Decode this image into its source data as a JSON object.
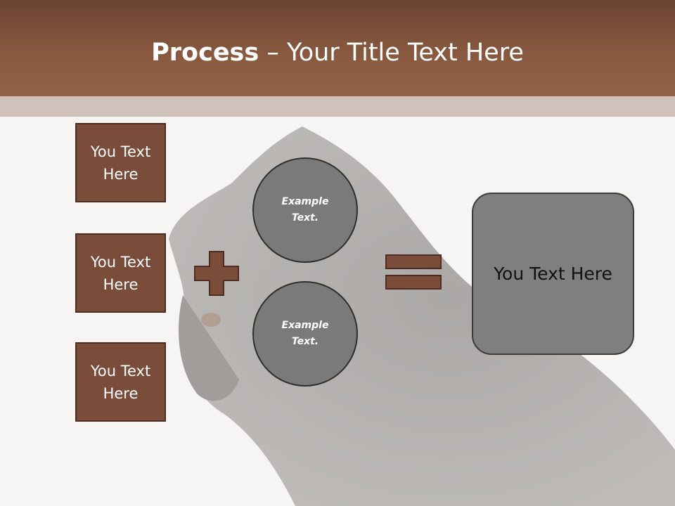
{
  "title": {
    "bold": "Process",
    "rest": " – Your Title Text Here"
  },
  "boxes": [
    {
      "line1": "You Text",
      "line2": "Here"
    },
    {
      "line1": "You Text",
      "line2": "Here"
    },
    {
      "line1": "You Text",
      "line2": "Here"
    }
  ],
  "circles": [
    {
      "line1": "Example",
      "line2": "Text."
    },
    {
      "line1": "Example",
      "line2": "Text."
    }
  ],
  "operators": {
    "plus": "plus-icon",
    "equals": "equals-icon"
  },
  "result": {
    "label": "You Text Here"
  },
  "colors": {
    "header": "#8a5a40",
    "box_fill": "#7a4c3a",
    "circle_fill": "#7a7a7a",
    "result_fill": "#7f7f7f",
    "operator": "#7a4c3a"
  }
}
